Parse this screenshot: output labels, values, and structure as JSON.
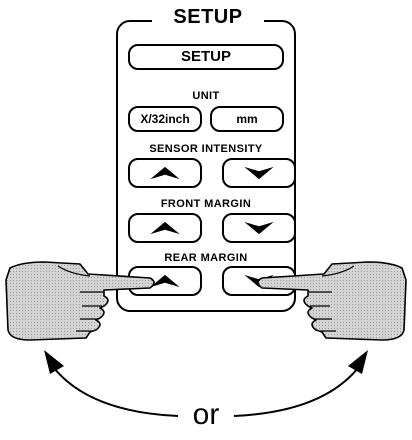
{
  "panel": {
    "title": "SETUP",
    "setup_button": "SETUP",
    "unit_label": "UNIT",
    "unit_buttons": [
      "X/32inch",
      "mm"
    ],
    "sensor_intensity_label": "SENSOR INTENSITY",
    "front_margin_label": "FRONT MARGIN",
    "rear_margin_label": "REAR MARGIN"
  },
  "footer": {
    "or_label": "or"
  },
  "icons": {
    "up": "arrow-up-icon",
    "down": "arrow-down-icon",
    "hand": "pointing-hand-icon",
    "curve": "curved-arrow-icon"
  }
}
